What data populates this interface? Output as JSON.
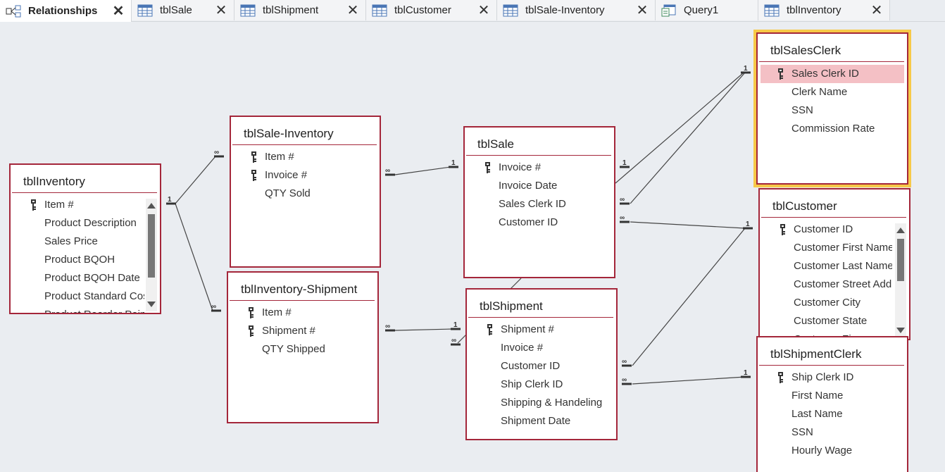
{
  "tabs": [
    {
      "label": "Relationships",
      "icon": "relationships-icon",
      "active": true
    },
    {
      "label": "tblSale",
      "icon": "table-icon"
    },
    {
      "label": "tblShipment",
      "icon": "table-icon"
    },
    {
      "label": "tblCustomer",
      "icon": "table-icon"
    },
    {
      "label": "tblSale-Inventory",
      "icon": "table-icon"
    },
    {
      "label": "Query1",
      "icon": "query-icon"
    },
    {
      "label": "tblInventory",
      "icon": "table-icon"
    }
  ],
  "tables": {
    "inventory": {
      "title": "tblInventory",
      "fields": [
        "Item #",
        "Product Description",
        "Sales Price",
        "Product BQOH",
        "Product BQOH Date",
        "Product Standard Cost",
        "Product Reorder Point"
      ],
      "keys": [
        0
      ]
    },
    "sale_inventory": {
      "title": "tblSale-Inventory",
      "fields": [
        "Item #",
        "Invoice #",
        "QTY Sold"
      ],
      "keys": [
        0,
        1
      ]
    },
    "inventory_shipment": {
      "title": "tblInventory-Shipment",
      "fields": [
        "Item #",
        "Shipment #",
        "QTY Shipped"
      ],
      "keys": [
        0,
        1
      ]
    },
    "sale": {
      "title": "tblSale",
      "fields": [
        "Invoice #",
        "Invoice Date",
        "Sales Clerk ID",
        "Customer ID"
      ],
      "keys": [
        0
      ]
    },
    "shipment": {
      "title": "tblShipment",
      "fields": [
        "Shipment #",
        "Invoice #",
        "Customer ID",
        "Ship Clerk ID",
        "Shipping & Handeling",
        "Shipment Date"
      ],
      "keys": [
        0
      ]
    },
    "sales_clerk": {
      "title": "tblSalesClerk",
      "fields": [
        "Sales Clerk ID",
        "Clerk Name",
        "SSN",
        "Commission Rate"
      ],
      "keys": [
        0
      ]
    },
    "customer": {
      "title": "tblCustomer",
      "fields": [
        "Customer ID",
        "Customer First Name",
        "Customer Last Name",
        "Customer Street Address",
        "Customer City",
        "Customer State",
        "Customer Zip"
      ],
      "keys": [
        0
      ]
    },
    "shipment_clerk": {
      "title": "tblShipmentClerk",
      "fields": [
        "Ship Clerk ID",
        "First Name",
        "Last Name",
        "SSN",
        "Hourly Wage"
      ],
      "keys": [
        0
      ]
    }
  },
  "relationship_labels": {
    "one": "1",
    "many": "∞"
  },
  "colors": {
    "table_border": "#a4263a",
    "selected_outline": "#f7c948",
    "highlight_row": "#f4c0c5",
    "canvas": "#eaedf1"
  }
}
